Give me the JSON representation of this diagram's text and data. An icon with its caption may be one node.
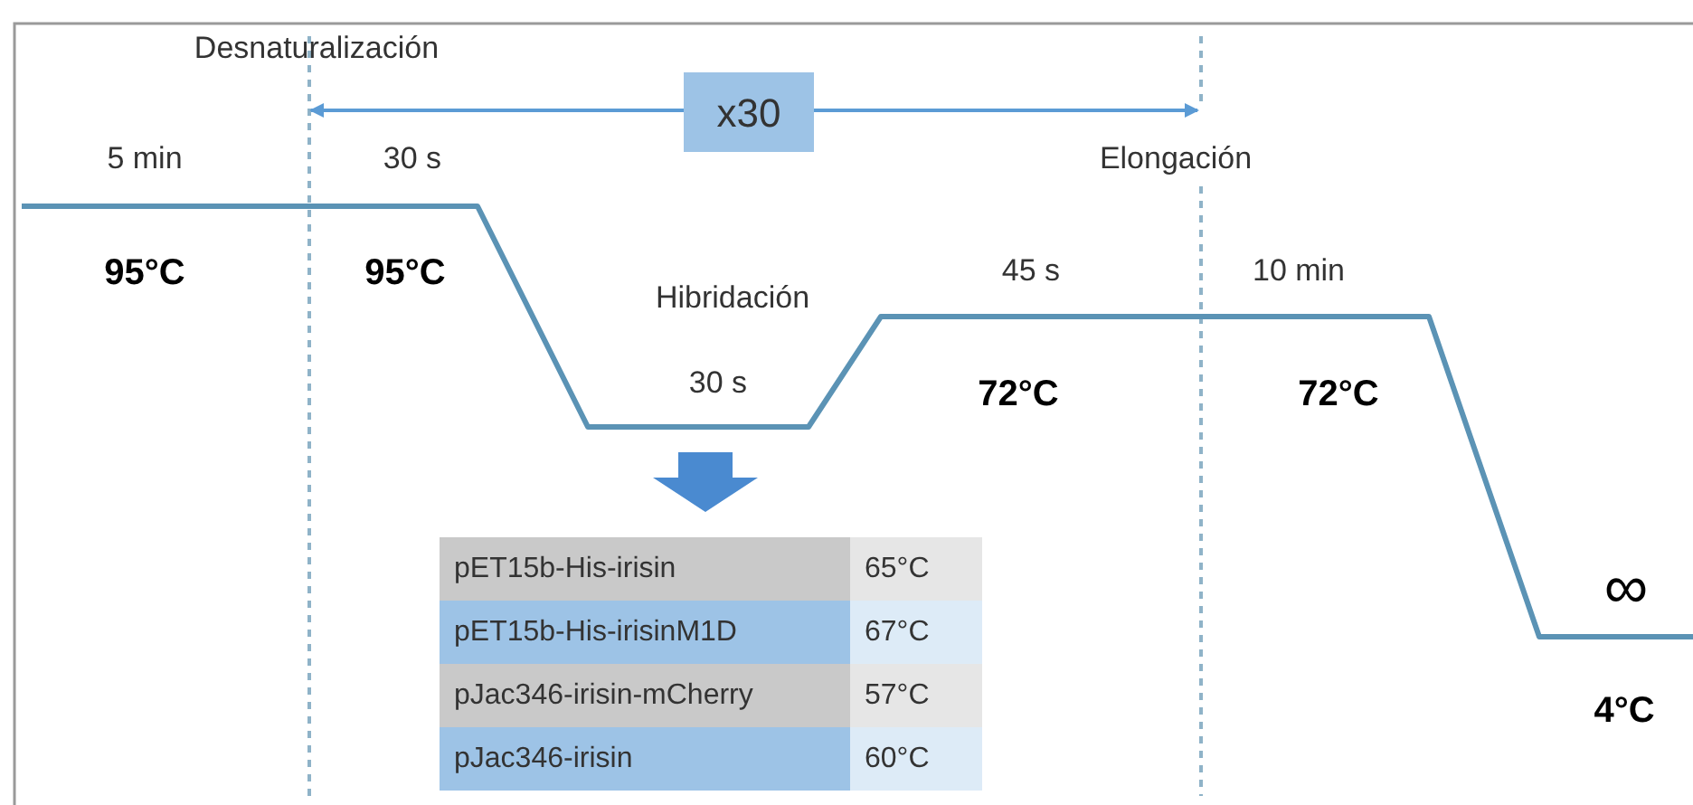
{
  "diagram": {
    "nodes": [
      {
        "text": [
          "x30"
        ]
      }
    ],
    "labels": [
      "Desnaturalización",
      "5 min",
      "30 s",
      "Elongación",
      "95°C",
      "95°C",
      "Hibridación",
      "45 s",
      "10 min",
      "30 s",
      "72°C",
      "72°C",
      "∞",
      "4°C",
      "pET15b-His-irisin",
      "65°C",
      "pET15b-His-irisinM1D",
      "67°C",
      "pJac346-irisin-mCherry",
      "57°C",
      "pJac346-irisin",
      "60°C"
    ]
  }
}
